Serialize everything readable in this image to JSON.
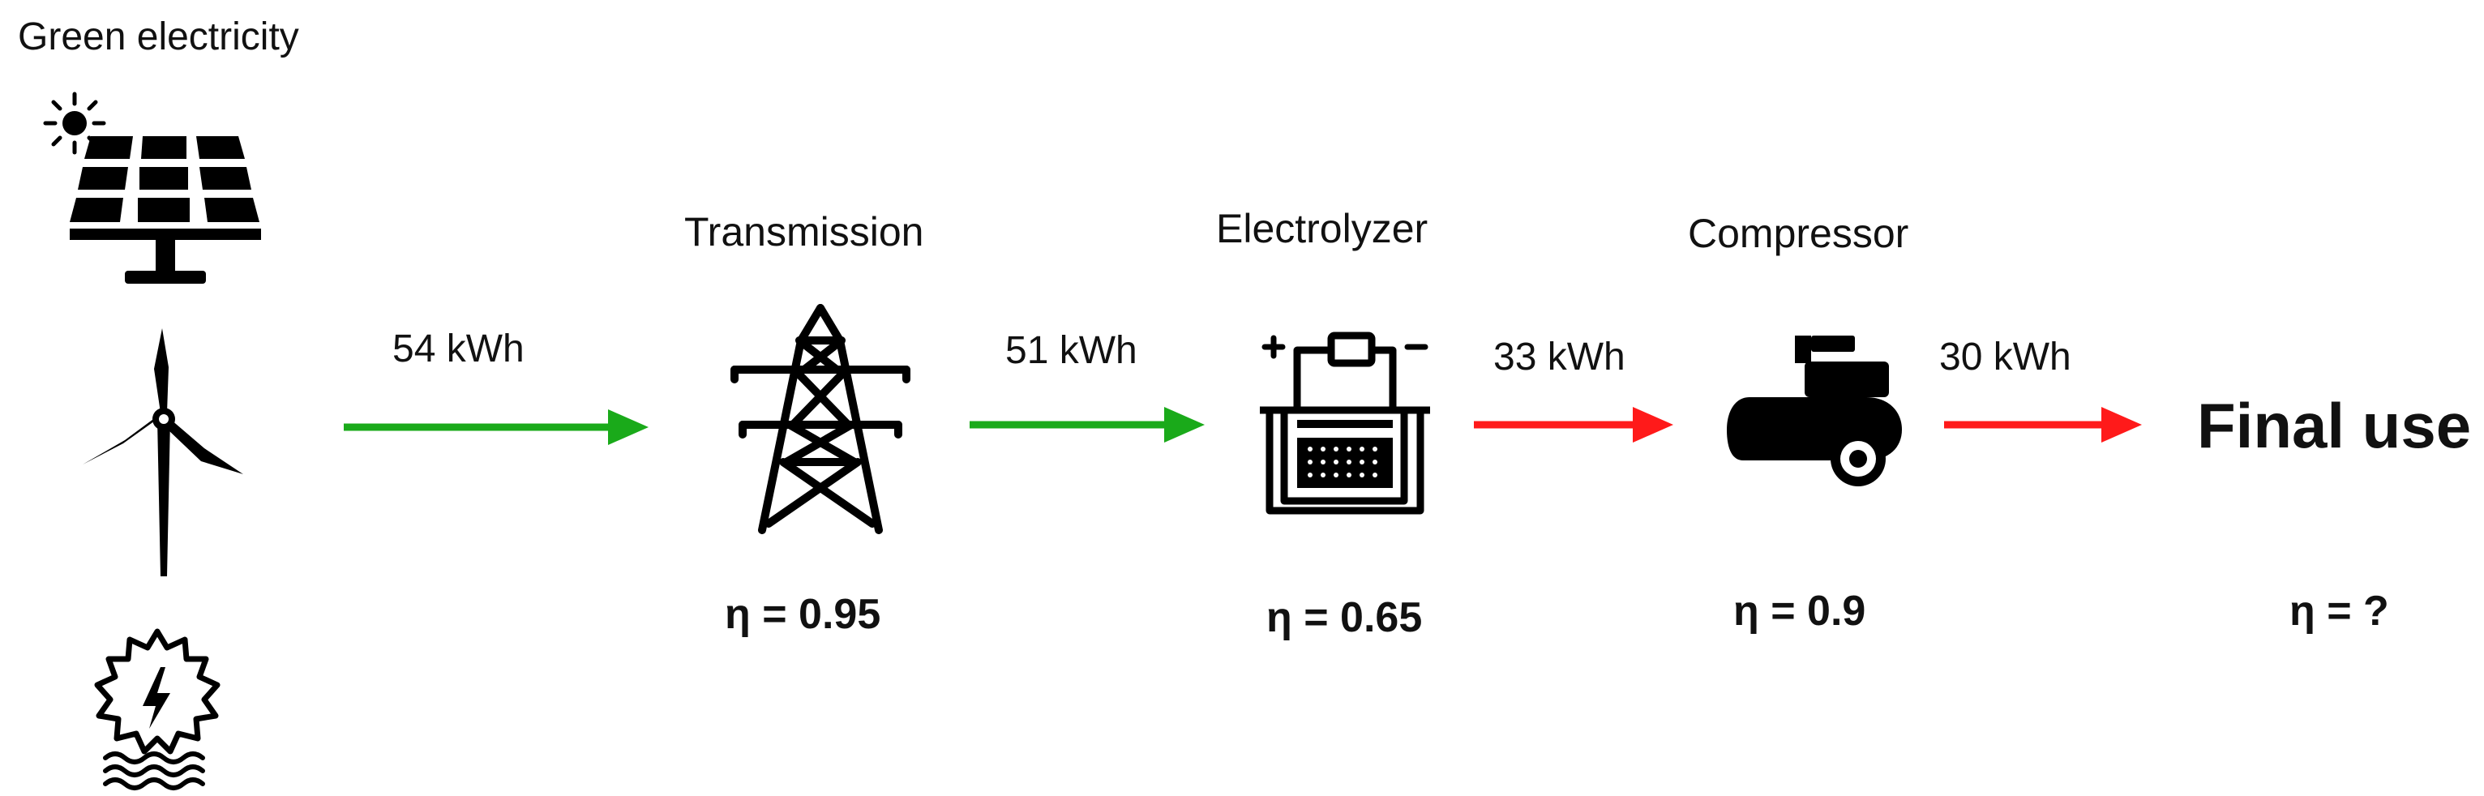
{
  "source": {
    "title": "Green electricity",
    "icons": [
      "sun-icon",
      "solar-panel-icon",
      "wind-turbine-icon",
      "hydro-power-icon"
    ]
  },
  "flows": [
    {
      "label": "54 kWh",
      "color": "#1aaa1a"
    },
    {
      "label": "51 kWh",
      "color": "#1aaa1a"
    },
    {
      "label": "33 kWh",
      "color": "#ff1a1a"
    },
    {
      "label": "30 kWh",
      "color": "#ff1a1a"
    }
  ],
  "stages": [
    {
      "title": "Transmission",
      "efficiency": "η = 0.95",
      "icon": "transmission-tower-icon"
    },
    {
      "title": "Electrolyzer",
      "efficiency": "η = 0.65",
      "icon": "electrolyzer-icon"
    },
    {
      "title": "Compressor",
      "efficiency": "η = 0.9",
      "icon": "compressor-icon"
    }
  ],
  "final": {
    "label": "Final use",
    "efficiency": "η = ?"
  }
}
